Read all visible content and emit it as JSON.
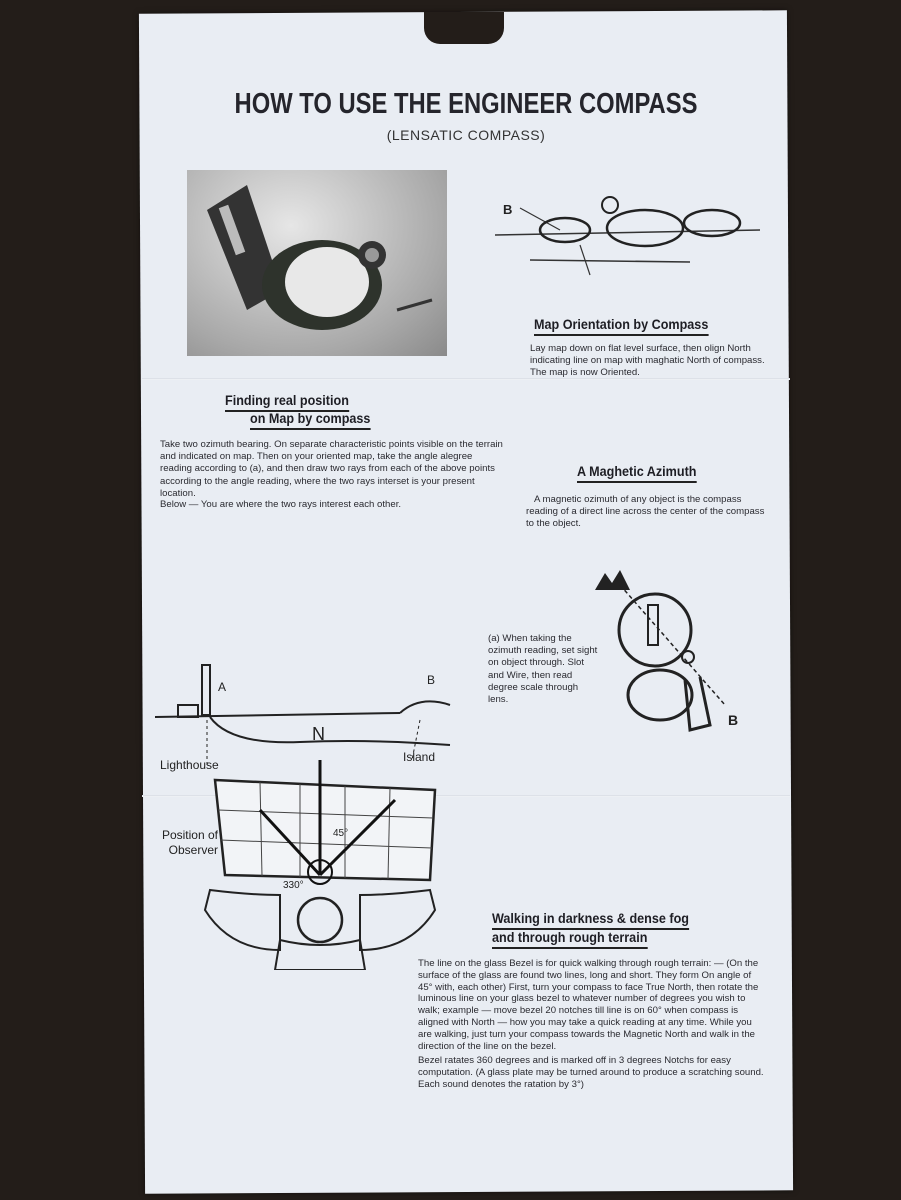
{
  "title": "HOW TO USE THE ENGINEER COMPASS",
  "subtitle": "(LENSATIC COMPASS)",
  "sections": {
    "finding": {
      "heading_line1": "Finding real position",
      "heading_line2": "on Map by compass",
      "body": "Take two ozimuth bearing. On separate characteristic points visible on the terrain and indicated on map. Then on your oriented map, take the angle alegree reading according to (a), and then draw two rays from each of the above points according to the angle reading, where the two rays interset is your present location.",
      "below": "Below — You are where the two rays interest each other."
    },
    "orientation": {
      "heading": "Map Orientation by Compass",
      "body": "Lay map down on flat level surface, then olign North indicating line on map with maghatic North of compass. The map is now Oriented."
    },
    "azimuth": {
      "heading": "A Maghetic Azimuth",
      "body": "A magnetic ozimuth of any object is the compass reading of a direct line across the center of the compass to the object."
    },
    "sighting": {
      "body": "(a) When taking the ozimuth reading, set sight on object through. Slot and Wire, then read degree scale through lens."
    },
    "walking": {
      "heading_line1": "Walking in darkness & dense fog",
      "heading_line2": "and through rough terrain",
      "body": "The line on the glass Bezel is for quick walking through rough terrain: — (On the surface of the glass are found two lines, long and short. They form On angle of 45° with, each other) First, turn your compass to face True North, then rotate the luminous line on your glass bezel to whatever number of degrees you wish to walk; example — move bezel 20 notches till line is on 60° when compass is aligned with North — how you may take a quick reading at any time. While you are walking, just turn your compass towards the Magnetic North and walk in the direction of the line on the bezel.",
      "body2": "Bezel ratates 360 degrees and is marked off in 3 degrees Notchs for easy computation. (A glass plate may be turned around to produce a scratching sound. Each sound denotes the ratation by 3°)"
    }
  },
  "diagram_labels": {
    "top_b": "B",
    "right_b": "B",
    "point_a": "A",
    "point_b": "B",
    "north": "N",
    "lighthouse": "Lighthouse",
    "island": "Island",
    "observer": "Position of Observer",
    "angle_45": "45°",
    "angle_330": "330°"
  }
}
